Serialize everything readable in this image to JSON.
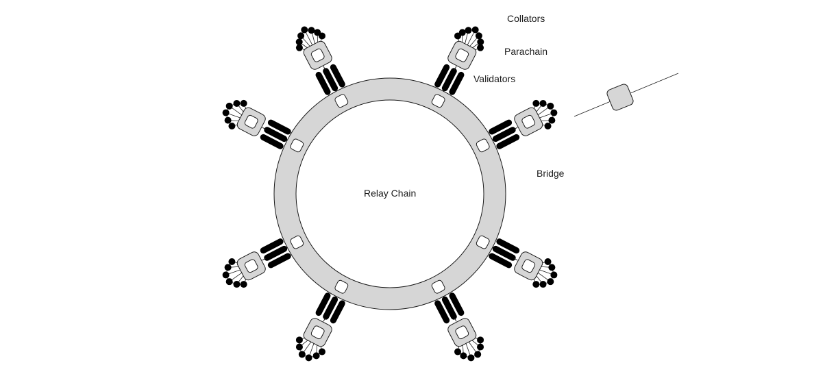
{
  "labels": {
    "relay_chain": "Relay Chain",
    "collators": "Collators",
    "parachain": "Parachain",
    "validators": "Validators",
    "bridge": "Bridge"
  },
  "colors": {
    "ring_fill": "#d6d6d6",
    "parachain_fill": "#d6d6d6",
    "node": "#000000",
    "line": "#1a1a1a"
  }
}
